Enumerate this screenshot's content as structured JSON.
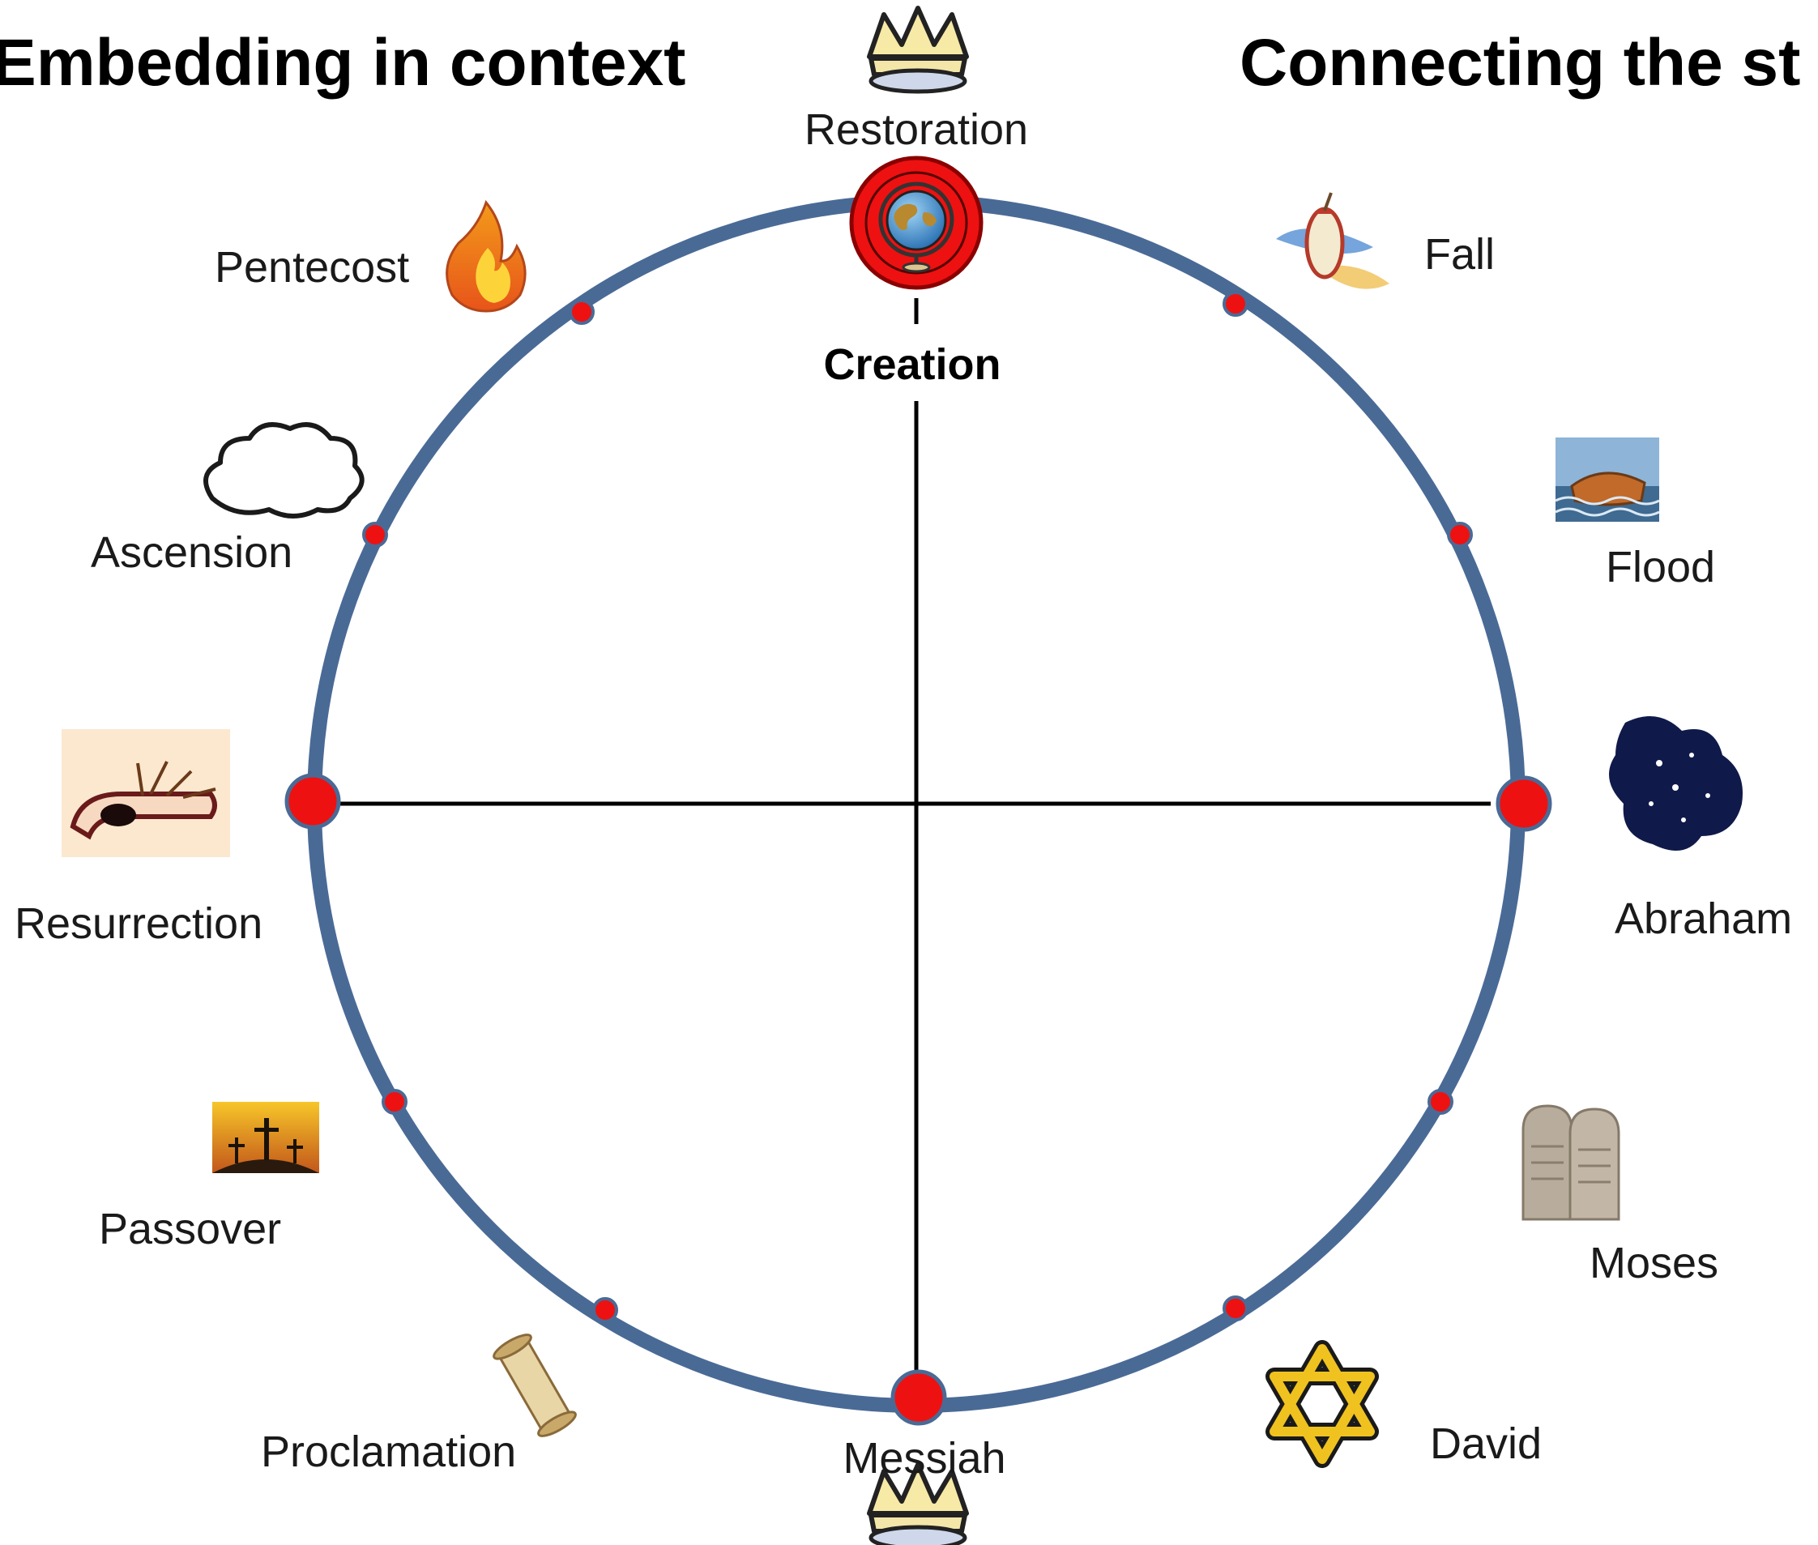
{
  "headings": {
    "left": "Embedding in context",
    "right": "Connecting the st"
  },
  "center_label": "Creation",
  "events": [
    {
      "key": "restoration",
      "label": "Restoration",
      "icon": "crown-icon"
    },
    {
      "key": "fall",
      "label": "Fall",
      "icon": "apple-core-icon"
    },
    {
      "key": "flood",
      "label": "Flood",
      "icon": "ark-icon"
    },
    {
      "key": "abraham",
      "label": "Abraham",
      "icon": "starry-sky-icon"
    },
    {
      "key": "moses",
      "label": "Moses",
      "icon": "stone-tablets-icon"
    },
    {
      "key": "david",
      "label": "David",
      "icon": "star-of-david-icon"
    },
    {
      "key": "messiah",
      "label": "Messiah",
      "icon": "crown-icon"
    },
    {
      "key": "proclamation",
      "label": "Proclamation",
      "icon": "scroll-icon"
    },
    {
      "key": "passover",
      "label": "Passover",
      "icon": "three-crosses-icon"
    },
    {
      "key": "resurrection",
      "label": "Resurrection",
      "icon": "empty-tomb-icon"
    },
    {
      "key": "ascension",
      "label": "Ascension",
      "icon": "cloud-icon"
    },
    {
      "key": "pentecost",
      "label": "Pentecost",
      "icon": "flame-icon"
    }
  ],
  "colors": {
    "circle": "#4a6a96",
    "marker": "#ee1111",
    "axis": "#000000"
  }
}
